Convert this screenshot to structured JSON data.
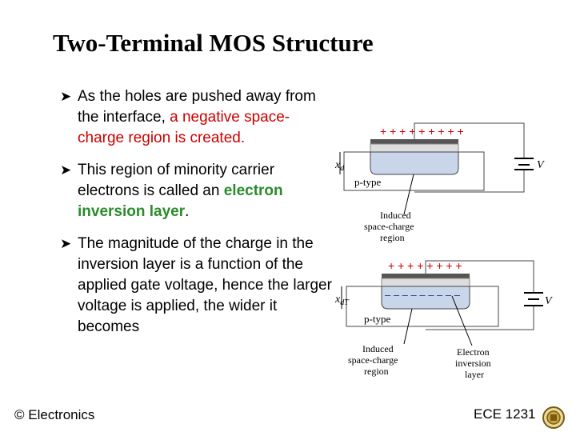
{
  "slide": {
    "title": "Two-Terminal MOS Structure",
    "bullets": [
      {
        "plain": "As the holes are pushed away from the interface, ",
        "highlight": "a negative space-charge region is created.",
        "tail": ""
      },
      {
        "plain": "This region of minority carrier electrons is called an ",
        "highlight": "electron inversion layer",
        "tail": "."
      },
      {
        "plain": "The magnitude of the charge in the inversion layer is a function of the applied gate voltage, hence the larger voltage is applied, the wider it becomes",
        "highlight": "",
        "tail": ""
      }
    ],
    "footer_left": "© Electronics",
    "footer_right": "ECE 1231"
  },
  "figure": {
    "top": {
      "width_label": "x",
      "width_sub": "d",
      "substrate": "p-type",
      "voltage": "V",
      "region_label_1": "Induced",
      "region_label_2": "space-charge",
      "region_label_3": "region"
    },
    "bottom": {
      "width_label": "x",
      "width_sub": "dT",
      "substrate": "p-type",
      "voltage": "V",
      "region_label_1": "Induced",
      "region_label_2": "space-charge",
      "region_label_3": "region",
      "layer_label_1": "Electron",
      "layer_label_2": "inversion",
      "layer_label_3": "layer"
    }
  },
  "colors": {
    "highlight_red": "#cc0000",
    "highlight_green": "#2a8c2a",
    "depletion": "#c9d6ea"
  }
}
